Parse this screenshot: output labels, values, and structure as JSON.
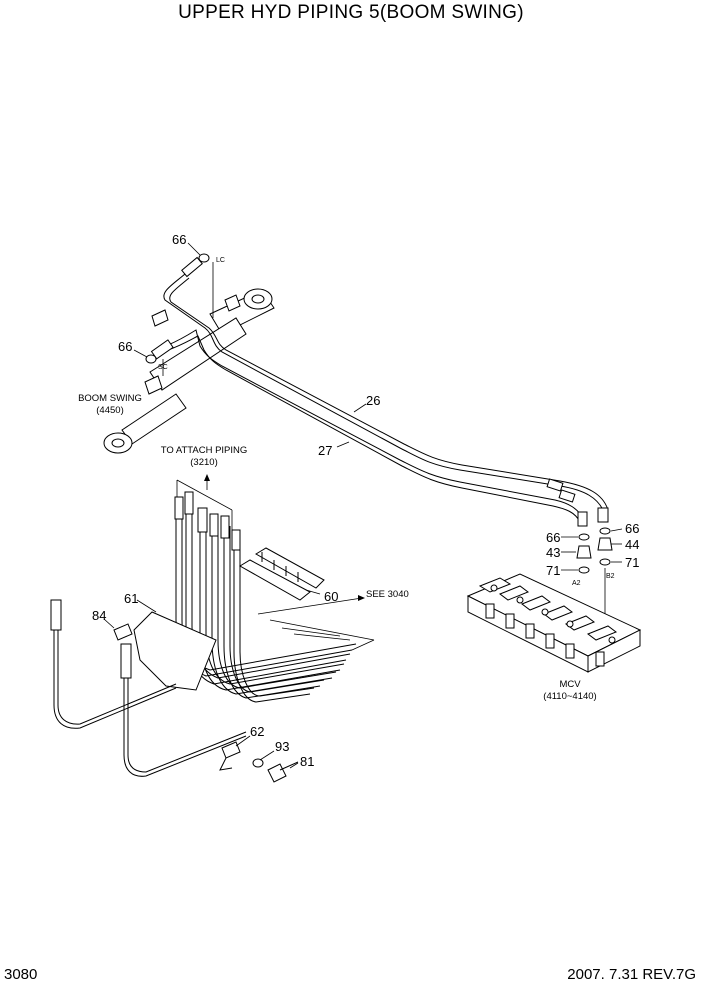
{
  "title": "UPPER HYD PIPING 5(BOOM SWING)",
  "page_number": "3080",
  "revision": "2007. 7.31  REV.7G",
  "callouts": {
    "c66_top": "66",
    "c66_mid": "66",
    "c26": "26",
    "c27": "27",
    "c66_mcv_left": "66",
    "c66_mcv_right": "66",
    "c43": "43",
    "c44": "44",
    "c71_left": "71",
    "c71_right": "71",
    "c60": "60",
    "c61": "61",
    "c84": "84",
    "c62": "62",
    "c93": "93",
    "c81": "81"
  },
  "labels": {
    "port_lc": "LC",
    "port_sc": "SC",
    "port_a2": "A2",
    "port_b2": "B2",
    "boom_swing_line1": "BOOM SWING",
    "boom_swing_line2": "(4450)",
    "to_attach_line1": "TO ATTACH PIPING",
    "to_attach_line2": "(3210)",
    "see_ref": "SEE 3040",
    "mcv_line1": "MCV",
    "mcv_line2": "(4110~4140)"
  }
}
